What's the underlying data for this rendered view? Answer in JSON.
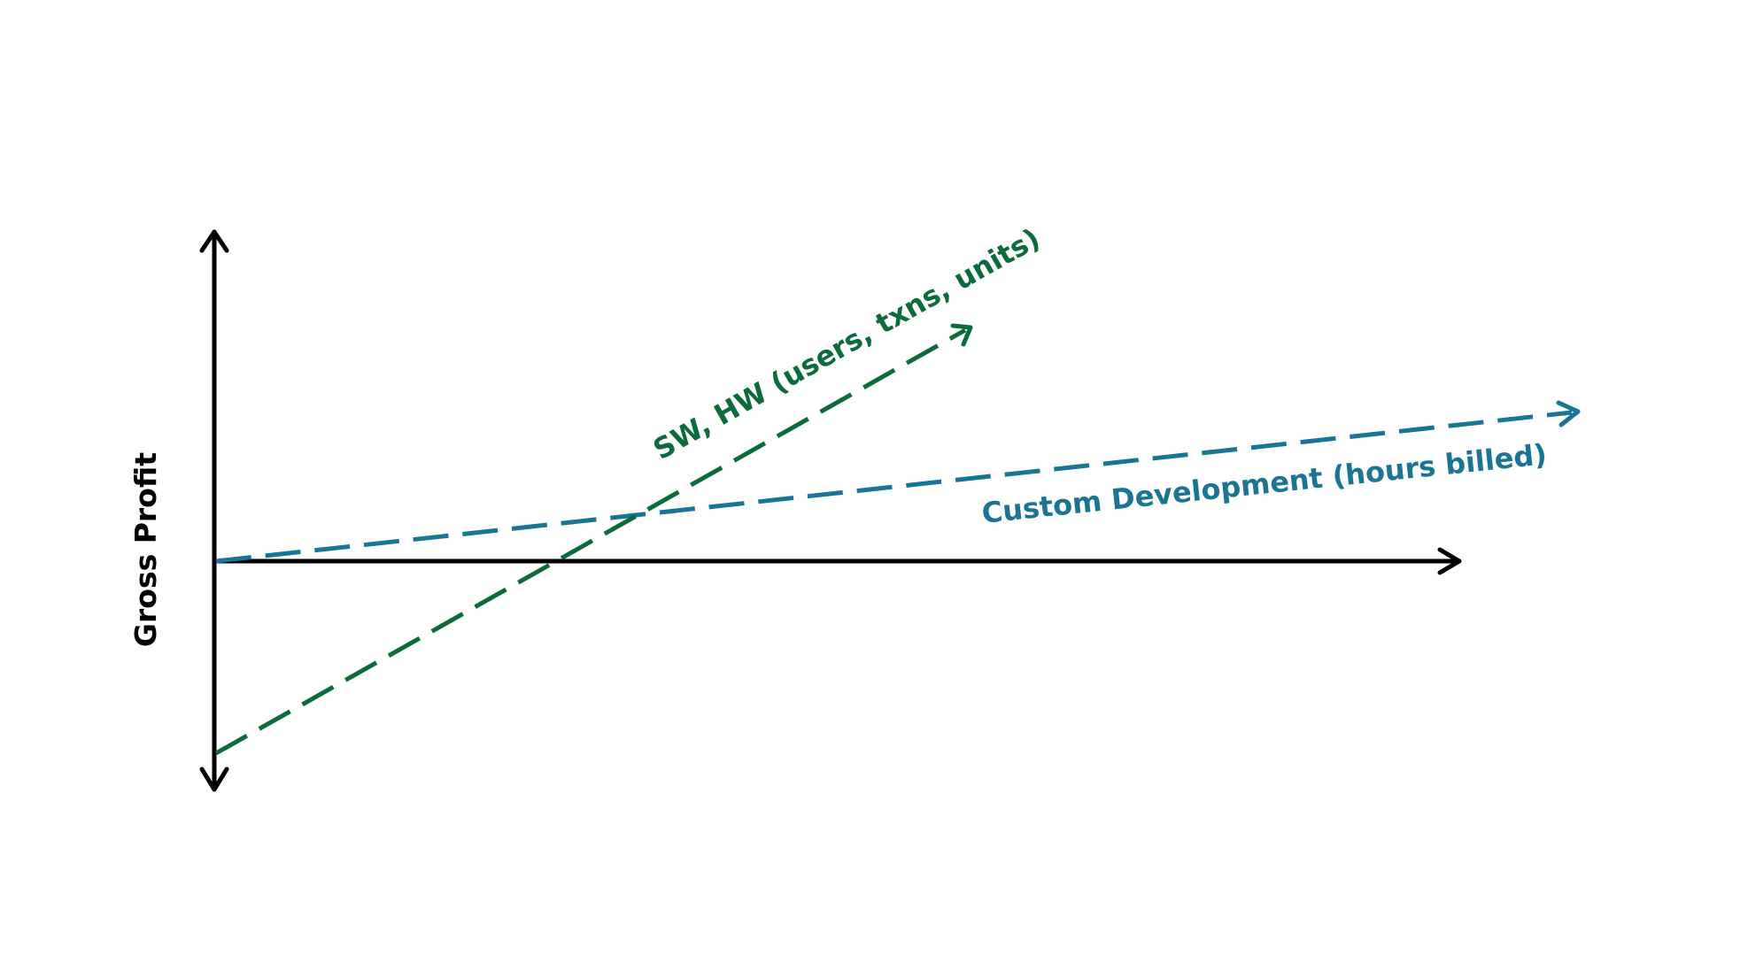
{
  "diagram": {
    "y_axis_label": "Gross Profit",
    "lines": [
      {
        "label": "SW, HW (users, txns, units)",
        "color": "#0c6b3a"
      },
      {
        "label": "Custom Development (hours billed)",
        "color": "#1a7594"
      }
    ],
    "axis_color": "#000000"
  }
}
